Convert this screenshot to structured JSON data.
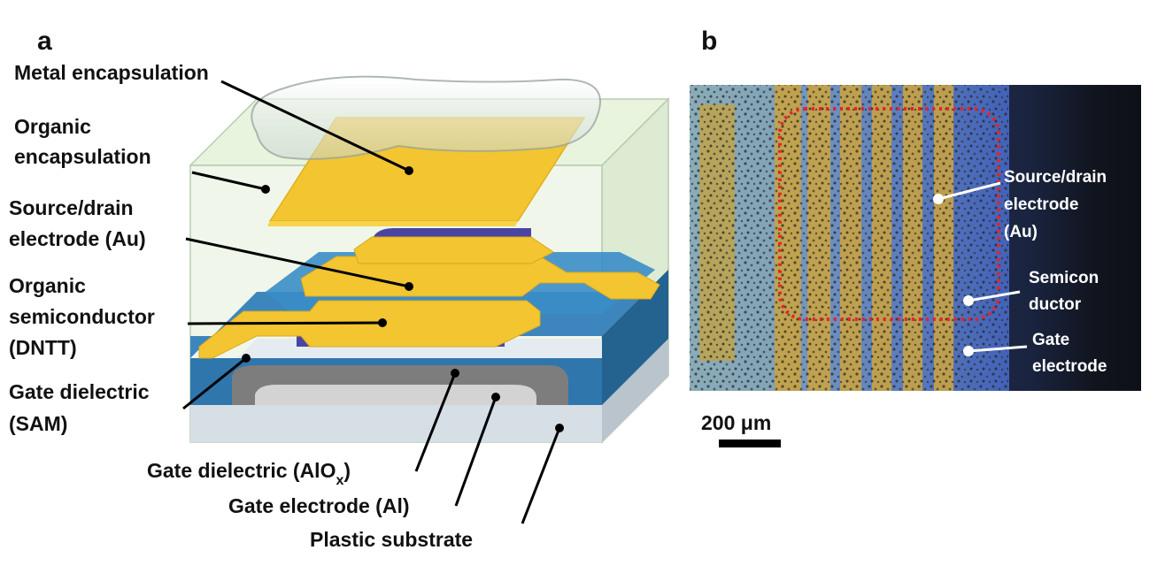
{
  "panel_a": {
    "letter": "a",
    "labels": {
      "metal_encapsulation": "Metal encapsulation",
      "organic_encapsulation_1": "Organic",
      "organic_encapsulation_2": "encapsulation",
      "source_drain_1": "Source/drain",
      "source_drain_2": "electrode (Au)",
      "organic_semi_1": "Organic",
      "organic_semi_2": "semiconductor",
      "organic_semi_3": "(DNTT)",
      "gate_dielectric_sam_1": "Gate dielectric",
      "gate_dielectric_sam_2": "(SAM)",
      "gate_dielectric_alox_main": "Gate dielectric (AlO",
      "gate_dielectric_alox_sub": "x",
      "gate_dielectric_alox_close": ")",
      "gate_electrode_al": "Gate electrode (Al)",
      "plastic_substrate": "Plastic substrate"
    }
  },
  "panel_b": {
    "letter": "b",
    "labels": {
      "source_drain_1": "Source/drain",
      "source_drain_2": "electrode",
      "source_drain_3": "(Au)",
      "semiconductor_1": "Semicon",
      "semiconductor_2": "ductor",
      "gate_1": "Gate",
      "gate_2": "electrode"
    },
    "scale_bar": "200 μm"
  },
  "colors": {
    "gold": "#f2c531",
    "semiconductor_purple": "#4a45a3",
    "dielectric_blue": "#2f76ad",
    "aluminium_gray": "#cfcfcf",
    "substrate": "#dfe7ee",
    "encapsulation_tint": "#e8f3dc",
    "dotted_outline": "#e8232a"
  }
}
